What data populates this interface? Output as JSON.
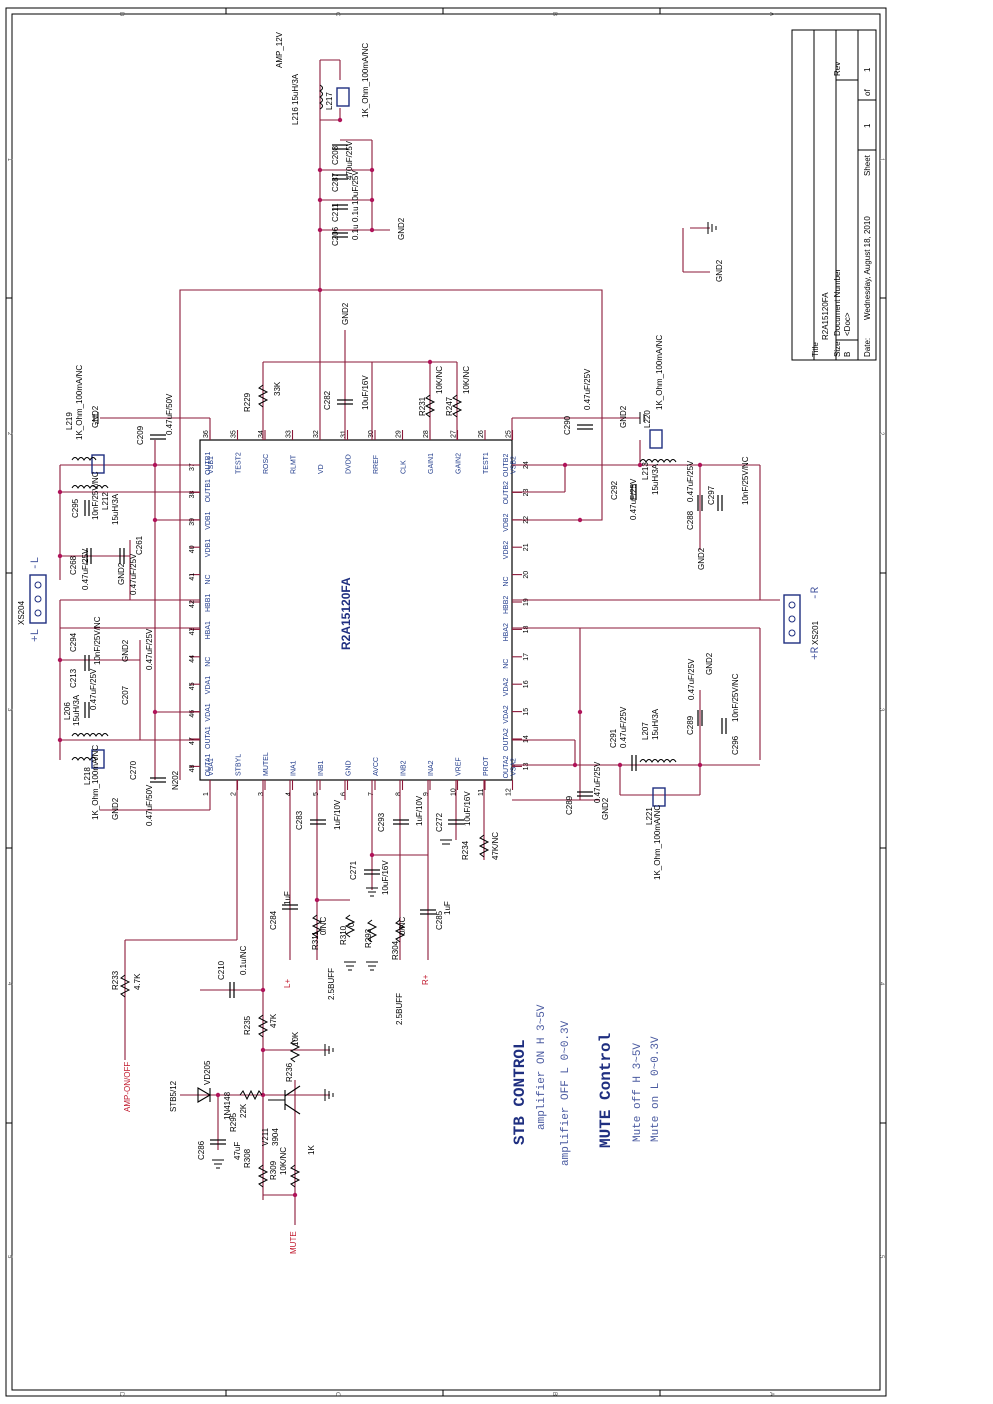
{
  "title_block": {
    "title_label": "Title",
    "title_value": "R2A15120FA",
    "size_label": "Size",
    "size_value": "B",
    "doc_label": "Document Number",
    "doc_value": "<Doc>",
    "rev_label": "Rev",
    "date_label": "Date:",
    "date_value": "Wednesday, August 18, 2010",
    "sheet_label": "Sheet",
    "sheet_num": "1",
    "of_label": "of",
    "sheet_total": "1"
  },
  "chip": {
    "name": "R2A15120FA",
    "ref": "N202",
    "bottom_pins": [
      {
        "num": "1",
        "name": "VSA1"
      },
      {
        "num": "2",
        "name": "STBYL"
      },
      {
        "num": "3",
        "name": "MUTEL"
      },
      {
        "num": "4",
        "name": "INA1"
      },
      {
        "num": "5",
        "name": "INB1"
      },
      {
        "num": "6",
        "name": "GND"
      },
      {
        "num": "7",
        "name": "AVCC"
      },
      {
        "num": "8",
        "name": "INB2"
      },
      {
        "num": "9",
        "name": "INA2"
      },
      {
        "num": "10",
        "name": "VREF"
      },
      {
        "num": "11",
        "name": "PROT"
      },
      {
        "num": "12",
        "name": "VSA2"
      }
    ],
    "top_pins": [
      {
        "num": "36",
        "name": "VSB1"
      },
      {
        "num": "35",
        "name": "TEST2"
      },
      {
        "num": "34",
        "name": "ROSC"
      },
      {
        "num": "33",
        "name": "RLMT"
      },
      {
        "num": "32",
        "name": "VD"
      },
      {
        "num": "31",
        "name": "DVDD"
      },
      {
        "num": "30",
        "name": "RREF"
      },
      {
        "num": "29",
        "name": "CLK"
      },
      {
        "num": "28",
        "name": "GAIN1"
      },
      {
        "num": "27",
        "name": "GAIN2"
      },
      {
        "num": "26",
        "name": "TEST1"
      },
      {
        "num": "25",
        "name": "VSB2"
      }
    ],
    "left_pins": [
      {
        "num": "37",
        "name": "OUTB1"
      },
      {
        "num": "38",
        "name": "OUTB1"
      },
      {
        "num": "39",
        "name": "VDB1"
      },
      {
        "num": "40",
        "name": "VDB1"
      },
      {
        "num": "41",
        "name": "NC"
      },
      {
        "num": "42",
        "name": "HBB1"
      },
      {
        "num": "43",
        "name": "HBA1"
      },
      {
        "num": "44",
        "name": "NC"
      },
      {
        "num": "45",
        "name": "VDA1"
      },
      {
        "num": "46",
        "name": "VDA1"
      },
      {
        "num": "47",
        "name": "OUTA1"
      },
      {
        "num": "48",
        "name": "OUTA1"
      }
    ],
    "right_pins": [
      {
        "num": "24",
        "name": "OUTB2"
      },
      {
        "num": "23",
        "name": "OUTB2"
      },
      {
        "num": "22",
        "name": "VDB2"
      },
      {
        "num": "21",
        "name": "VDB2"
      },
      {
        "num": "20",
        "name": "NC"
      },
      {
        "num": "19",
        "name": "HBB2"
      },
      {
        "num": "18",
        "name": "HBA2"
      },
      {
        "num": "17",
        "name": "NC"
      },
      {
        "num": "16",
        "name": "VDA2"
      },
      {
        "num": "15",
        "name": "VDA2"
      },
      {
        "num": "14",
        "name": "OUTA2"
      },
      {
        "num": "13",
        "name": "OUTA2"
      }
    ]
  },
  "components": {
    "amp12v": "AMP_12V",
    "l216": "L216",
    "l216v": "15uH/3A",
    "l217": "L217",
    "l217v": "1K_Ohm_100mA/NC",
    "c208": "C208",
    "c208v": "470uF/25V",
    "c287": "C287",
    "c287v": "10uF/25V",
    "c211": "C211",
    "c211v": "0.1u",
    "c206": "C206",
    "c206v": "0.1u",
    "gnd2": "GND2",
    "r229": "R229",
    "r229v": "33K",
    "c282": "C282",
    "c282v": "10uF/16V",
    "r231": "R231",
    "r231v": "10K/NC",
    "r247": "R247",
    "r247v": "10K/NC",
    "c290": "C290",
    "c290v": "0.47uF/25V",
    "c209": "C209",
    "c209v": "0.47uF/50V",
    "l219": "L219",
    "l219v": "1K_Ohm_100mA/NC",
    "c295": "C295",
    "c295v": "10nF/25V/NC",
    "l212": "L212",
    "l212v": "15uH/3A",
    "c268": "C268",
    "c268v": "0.47uF/25V",
    "c261": "C261",
    "c261v": "0.47uF/25V",
    "xs204": "XS204",
    "minus_l": "-L",
    "plus_l": "+L",
    "c294": "C294",
    "c294v": "10nF/25V/NC",
    "c213": "C213",
    "c213v": "0.47uF/25V",
    "l206": "L206",
    "l206v": "15uH/3A",
    "c207": "C207",
    "c207v": "0.47uF/25V",
    "l218": "L218",
    "l218v": "1K_Ohm_100mA/NC",
    "c270": "C270",
    "c270v": "0.47uF/50V",
    "c220": "L220",
    "c220v": "1K_Ohm_100mA/NC",
    "c292": "C292",
    "c292v": "0.47uF/25V",
    "l213": "L213",
    "l213v": "15uH/3A",
    "c288": "C288",
    "c288v": "0.47uF/25V",
    "c297": "C297",
    "c297v": "10nF/25V/NC",
    "xs201": "XS201",
    "minus_r": "-R",
    "plus_r": "+R",
    "c291": "C291",
    "c291v": "0.47uF/25V",
    "l207": "L207",
    "l207v": "15uH/3A",
    "c289a": "C289",
    "c289av": "0.47uF/25V",
    "c296": "C296",
    "c296v": "10nF/25V/NC",
    "l221": "L221",
    "l221v": "1K_Ohm_100mA/NC",
    "c289b": "C289",
    "c289bv": "0.47uF/25V",
    "c283": "C283",
    "c283v": "1uF/10V",
    "c293": "C293",
    "c293v": "1uF/10V",
    "c272": "C272",
    "c272v": "10uF/16V",
    "r234": "R234",
    "r234v": "47K/NC",
    "c271": "C271",
    "c271v": "10uF/16V",
    "c284": "C284",
    "c284v": "1uF",
    "r311": "R311",
    "r311v": "0/NC",
    "r310": "R310",
    "r310v": "0",
    "r293": "R293",
    "r304": "R304",
    "r304v": "0/NC",
    "c285": "C285",
    "c285v": "1uF",
    "lplus": "L+",
    "rplus": "R+",
    "buff1": "2.5BUFF",
    "buff2": "2.5BUFF",
    "r233": "R233",
    "r233v": "4.7K",
    "c210": "C210",
    "c210v": "0.1u/NC",
    "r235": "R235",
    "r235v": "47K",
    "r_10k": "10K",
    "ampon": "AMP-ON/OFF",
    "vd205": "VD205",
    "vd205v": "1N4148",
    "stb": "STB5/12",
    "r295": "R295",
    "r295v": "22K",
    "r236": "R236",
    "v211": "V211",
    "v211v": "3904",
    "c286": "C286",
    "c286v": "47uF",
    "r308": "R308",
    "r309": "R309",
    "r309v": "10K/NC",
    "r_1k": "1K",
    "mute": "MUTE"
  },
  "notes": {
    "stb_title": "STB CONTROL",
    "stb_on": "amplifier ON H  3~5V",
    "stb_off": "amplifier OFF L  0~0.3V",
    "mute_title": "MUTE Control",
    "mute_off": "Mute off H  3~5V",
    "mute_on": "Mute on L  0~0.3V"
  },
  "border_marks": {
    "letters": [
      "D",
      "C",
      "B",
      "A"
    ],
    "numbers": [
      "1",
      "2",
      "3",
      "4",
      "5"
    ]
  },
  "colors": {
    "wire": "#8b1a3a",
    "junction": "#b0145a",
    "pin_text": "#1f3a8a",
    "net_red": "#c0182c"
  }
}
